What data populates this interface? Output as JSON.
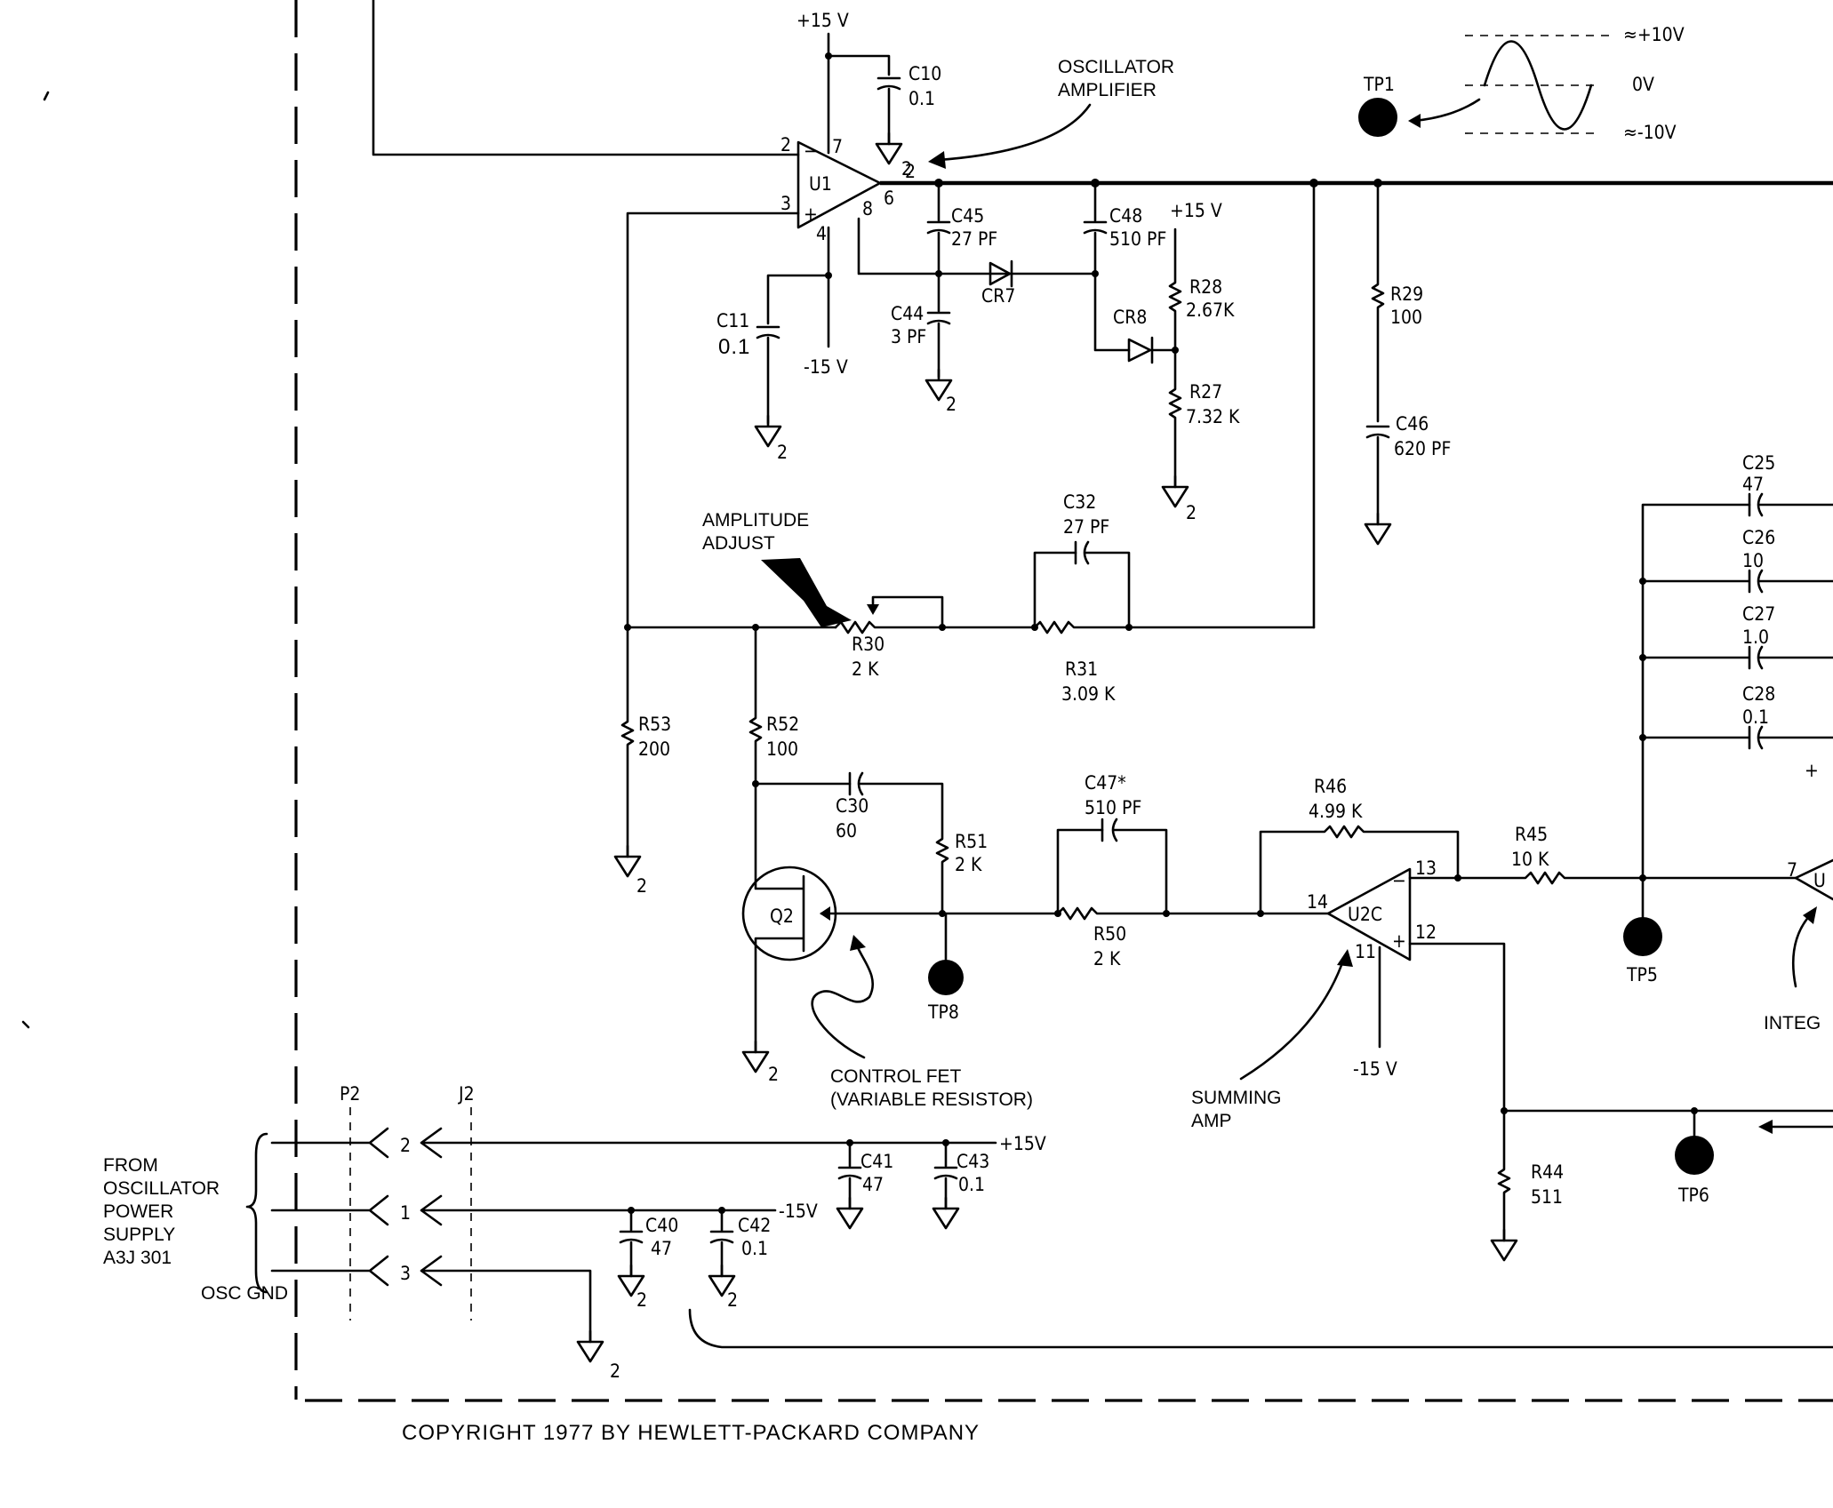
{
  "copyright": "COPYRIGHT 1977 BY HEWLETT-PACKARD COMPANY",
  "rails": {
    "pos15": "+15 V",
    "neg15": "-15 V",
    "pos15_in": "+15V",
    "neg15_in": "-15V"
  },
  "ground_sub": "2",
  "waveform": {
    "top": "≈+10V",
    "mid": "0V",
    "bottom": "≈-10V"
  },
  "annotations": {
    "osc_amp": [
      "OSCILLATOR",
      "AMPLIFIER"
    ],
    "amp_adjust": [
      "AMPLITUDE",
      "ADJUST"
    ],
    "control_fet": [
      "CONTROL FET",
      "(VARIABLE RESISTOR)"
    ],
    "summing_amp": [
      "SUMMING",
      "AMP"
    ],
    "integ": "INTEG",
    "from_supply": [
      "FROM",
      "OSCILLATOR",
      "POWER",
      "SUPPLY",
      "A3J 301"
    ],
    "osc_gnd": "OSC GND"
  },
  "connectors": {
    "p2": "P2",
    "j2": "J2",
    "pins": [
      "2",
      "1",
      "3"
    ]
  },
  "u1": {
    "name": "U1",
    "pins": {
      "p2": "2",
      "p3": "3",
      "p7": "7",
      "p4": "4",
      "p6": "6",
      "p8": "8",
      "p2b": "2"
    },
    "minus": "−",
    "plus": "+"
  },
  "u2c": {
    "name": "U2C",
    "pins": {
      "p13": "13",
      "p14": "14",
      "p12": "12",
      "p11": "11"
    },
    "minus": "−",
    "plus": "+"
  },
  "u_partial": {
    "name": "U",
    "pin": "7"
  },
  "q2": "Q2",
  "components": {
    "c10": [
      "C10",
      "0.1"
    ],
    "c11": [
      "C11",
      "0.1"
    ],
    "c45": [
      "C45",
      "27 PF"
    ],
    "c44": [
      "C44",
      "3 PF"
    ],
    "c48": [
      "C48",
      "510 PF"
    ],
    "cr7": "CR7",
    "cr8": "CR8",
    "r28": [
      "R28",
      "2.67K"
    ],
    "r27": [
      "R27",
      "7.32 K"
    ],
    "r29": [
      "R29",
      "100"
    ],
    "c46": [
      "C46",
      "620 PF"
    ],
    "c32": [
      "C32",
      "27 PF"
    ],
    "r30": [
      "R30",
      "2 K"
    ],
    "r31": [
      "R31",
      "3.09 K"
    ],
    "r53": [
      "R53",
      "200"
    ],
    "r52": [
      "R52",
      "100"
    ],
    "c30": [
      "C30",
      "60"
    ],
    "r51": [
      "R51",
      "2 K"
    ],
    "c47": [
      "C47*",
      "510 PF"
    ],
    "r50": [
      "R50",
      "2 K"
    ],
    "r46": [
      "R46",
      "4.99 K"
    ],
    "r45": [
      "R45",
      "10 K"
    ],
    "r44": [
      "R44",
      "511"
    ],
    "c25": [
      "C25",
      "47"
    ],
    "c26": [
      "C26",
      "10"
    ],
    "c27": [
      "C27",
      "1.0"
    ],
    "c28": [
      "C28",
      "0.1"
    ],
    "c40": [
      "C40",
      "47"
    ],
    "c41": [
      "C41",
      "47"
    ],
    "c42": [
      "C42",
      "0.1"
    ],
    "c43": [
      "C43",
      "0.1"
    ]
  },
  "testpoints": {
    "tp1": "TP1",
    "tp5": "TP5",
    "tp6": "TP6",
    "tp8": "TP8"
  },
  "stray": {
    "plus": "+"
  }
}
